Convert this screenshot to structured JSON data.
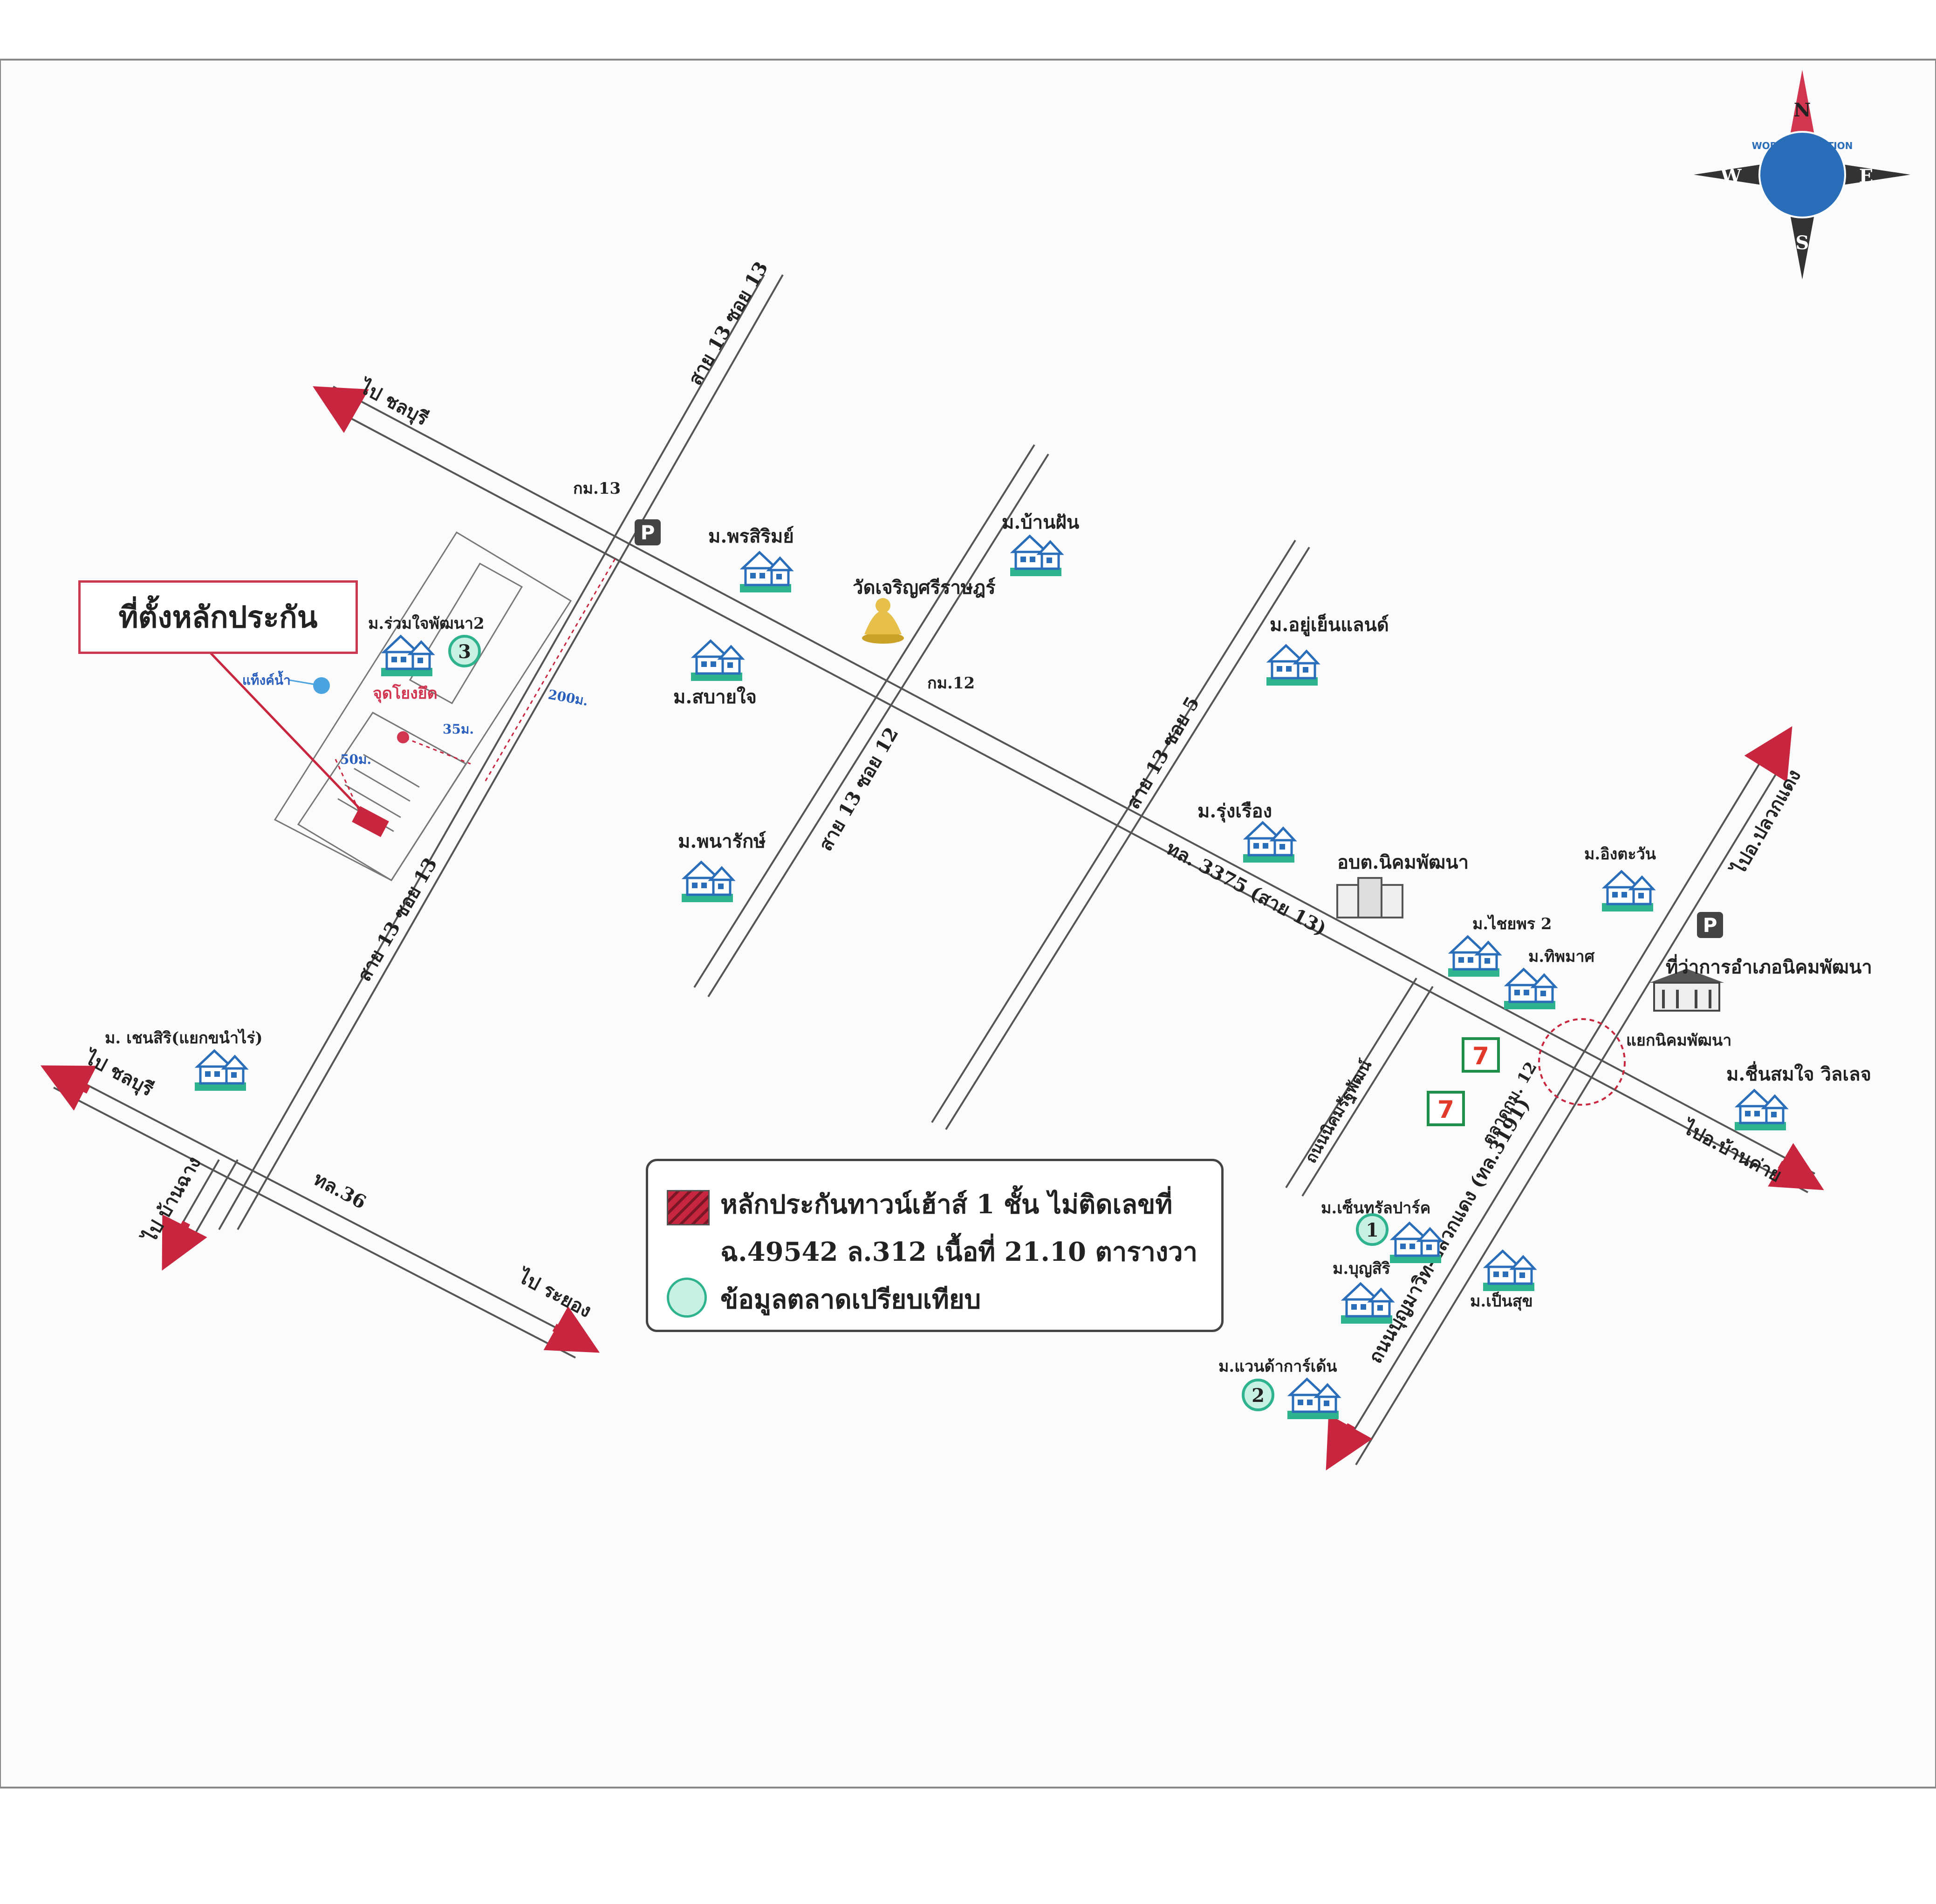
{
  "title": "ที่ตั้งหลักประกัน",
  "compass": {
    "n": "N",
    "s": "S",
    "e": "E",
    "w": "W",
    "brand": "WORLD VALUATION"
  },
  "roads": {
    "main": "ทล. 3375 (สาย 13)",
    "soi13": "สาย 13 ซอย 13",
    "soi13_top": "สาย 13 ซอย 13",
    "soi12": "สาย 13 ซอย 12",
    "soi5": "สาย 13 ซอย 5",
    "tl36": "ทล.36",
    "nikom_rd": "ถนนนิคมรัฐพัฒน์",
    "market_rd": "ตลาดกม. 12",
    "bottom_rd": "ถนนบุญมาวิท-ปลวกแดง (ทล.3191)"
  },
  "directions": {
    "to_chonburi_top": "ไป ชลบุรี",
    "to_chonburi_left": "ไป ชลบุรี",
    "to_banchang": "ไป บ้านฉาง",
    "to_rayong": "ไป ระยอง",
    "to_pluakdaeng": "ไปอ.ปลวกแดง",
    "to_bankhai": "ไปอ.บ้านค่าย"
  },
  "landmarks": {
    "km13": "กม.13",
    "km12": "กม.12",
    "temple": "วัดเจริญศรีราษฎร์",
    "abt": "อบต.นิคมพัฒนา",
    "district_office": "ที่ว่าการอำเภอนิคมพัฒนา",
    "junction": "แยกนิคมพัฒนา",
    "water_tank": "แท็งค์น้ำ",
    "ref_point": "จุดโยงยึด",
    "parking": "P",
    "seven_eleven": "7"
  },
  "distances": {
    "d200": "200ม.",
    "d35": "35ม.",
    "d50": "50ม."
  },
  "villages": {
    "pornsirin": "ม.พรสิริมย์",
    "sabaijai": "ม.สบายใจ",
    "banfan": "ม.บ้านฝัน",
    "ruamjai": "ม.ร่วมใจพัฒนา2",
    "yooyen": "ม.อยู่เย็นแลนด์",
    "rungruang": "ม.รุ่งเรือง",
    "phanarak": "ม.พนารักษ์",
    "ingtawan": "ม.อิงตะวัน",
    "chaiyaporn": "ม.ไชยพร 2",
    "thipmas": "ม.ทิพมาศ",
    "chensiri": "ม. เชนสิริ(แยกขนำไร่)",
    "chuensomjai": "ม.ชื่นสมใจ วิลเลจ",
    "centralpark": "ม.เซ็นทรัลปาร์ค",
    "boonsiri": "ม.บุญสิริ",
    "pensuk": "ม.เป็นสุข",
    "greengarden": "ม.แวนด้าการ์เด้น"
  },
  "comparables": [
    "1",
    "2",
    "3"
  ],
  "legend": {
    "collateral_line1": "หลักประกันทาวน์เฮ้าส์ 1 ชั้น  ไม่ติดเลขที่",
    "collateral_line2": "ฉ.49542 ล.312 เนื้อที่ 21.10 ตารางวา",
    "market": "ข้อมูลตลาดเปรียบเทียบ"
  },
  "colors": {
    "road": "#555555",
    "accent": "#c8263f",
    "comparable": "#2fb38f",
    "house": "#2a6db8"
  }
}
